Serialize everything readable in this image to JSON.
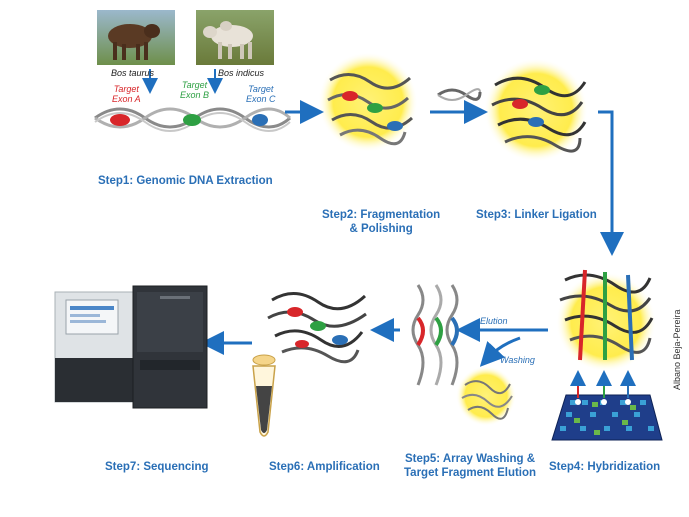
{
  "species": {
    "taurus": "Bos taurus",
    "indicus": "Bos indicus"
  },
  "targets": [
    {
      "line1": "Target",
      "line2": "Exon A",
      "color": "#d8262a"
    },
    {
      "line1": "Target",
      "line2": "Exon B",
      "color": "#2ea043"
    },
    {
      "line1": "Target",
      "line2": "Exon C",
      "color": "#2a6fb6"
    }
  ],
  "steps": {
    "s1": "Step1: Genomic DNA Extraction",
    "s2a": "Step2: Fragmentation",
    "s2b": "& Polishing",
    "s3": "Step3: Linker Ligation",
    "s4": "Step4: Hybridization",
    "s5a": "Step5: Array Washing &",
    "s5b": "Target Fragment Elution",
    "s6": "Step6: Amplification",
    "s7": "Step7: Sequencing"
  },
  "labels": {
    "elution": "Elution",
    "washing": "Washing"
  },
  "credit": "Albano Beja-Pereira",
  "colors": {
    "arrow": "#1f6fbf",
    "step_text": "#2a6fb6",
    "dna_grey": "#9a9a9a",
    "glow": "#ffee44",
    "exon_red": "#d8262a",
    "exon_green": "#2ea043",
    "exon_blue": "#2a6fb6"
  }
}
